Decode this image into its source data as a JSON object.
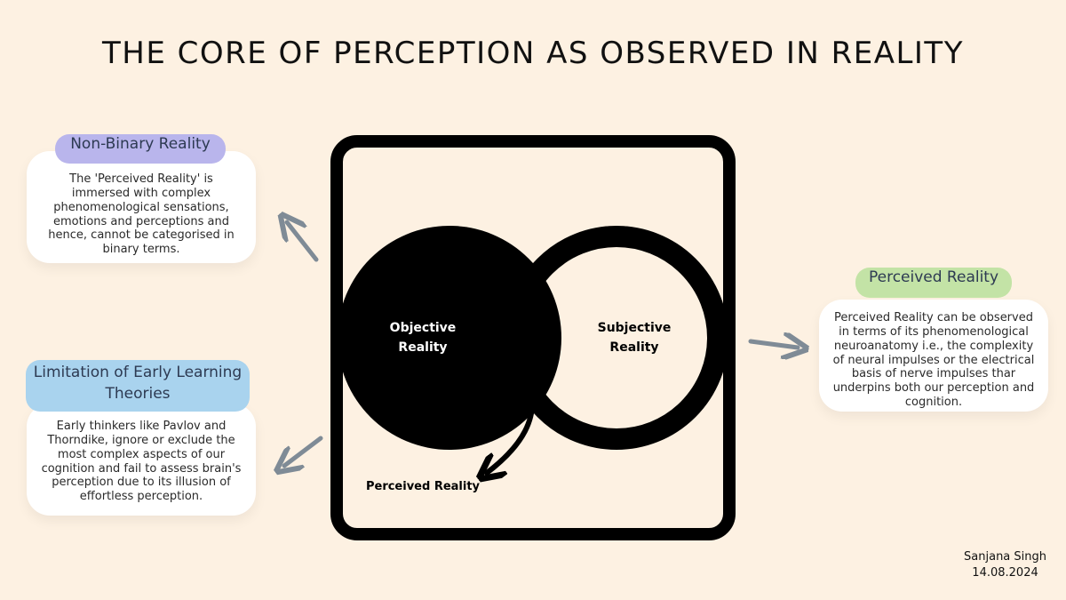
{
  "title": "THE CORE OF PERCEPTION AS OBSERVED IN REALITY",
  "non_binary": {
    "heading": "Non-Binary Reality",
    "text": "The 'Perceived Reality' is immersed with complex phenomenological sensations, emotions and perceptions and hence, cannot be categorised in binary terms."
  },
  "limitation": {
    "heading": "Limitation of Early Learning Theories",
    "text": "Early thinkers like Pavlov and Thorndike, ignore or exclude the most complex aspects of our cognition and fail to assess brain's perception due to its illusion of effortless perception."
  },
  "perceived": {
    "heading": "Perceived Reality",
    "text": "Perceived Reality can be observed in terms of its phenomenological neuroanatomy i.e., the complexity of neural impulses or the electrical basis of nerve impulses thar underpins both our perception and cognition."
  },
  "venn": {
    "left_label_line1": "Objective",
    "left_label_line2": "Reality",
    "right_label_line1": "Subjective",
    "right_label_line2": "Reality",
    "bottom_label": "Perceived Reality"
  },
  "signature": {
    "name": "Sanjana Singh",
    "date": "14.08.2024"
  },
  "colors": {
    "background": "#fdf1e2",
    "pill_purple": "#b9b5ec",
    "pill_blue": "#a9d3ee",
    "pill_green": "#c3e3a6",
    "arrow_gray": "#7f8b96"
  },
  "icons": [
    "link-icon",
    "arrow-icon"
  ]
}
